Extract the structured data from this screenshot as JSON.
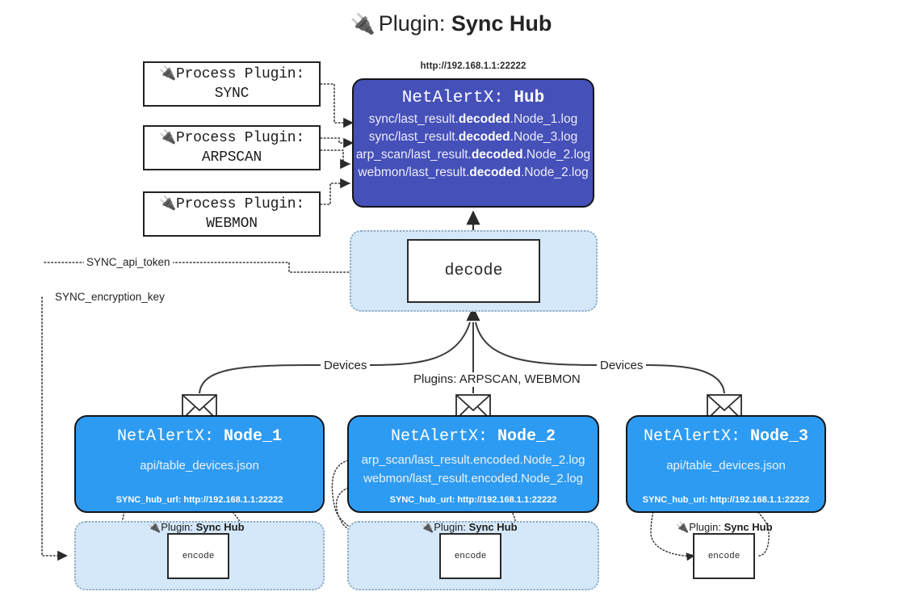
{
  "title": {
    "icon": "plug-icon",
    "prefix": "Plugin:",
    "name": "Sync Hub"
  },
  "process_plugins": [
    {
      "icon": "plug-icon",
      "label": "Process Plugin:",
      "value": "SYNC"
    },
    {
      "icon": "plug-icon",
      "label": "Process Plugin:",
      "value": "ARPSCAN"
    },
    {
      "icon": "plug-icon",
      "label": "Process Plugin:",
      "value": "WEBMON"
    }
  ],
  "hub": {
    "url": "http://192.168.1.1:22222",
    "title_prefix": "NetAlertX:",
    "title_name": "Hub",
    "logs": [
      {
        "pre": "sync/last_result.",
        "em": "decoded",
        "post": ".Node_1.log"
      },
      {
        "pre": "sync/last_result.",
        "em": "decoded",
        "post": ".Node_3.log"
      },
      {
        "pre": "arp_scan/last_result.",
        "em": "decoded",
        "post": ".Node_2.log"
      },
      {
        "pre": "webmon/last_result.",
        "em": "decoded",
        "post": ".Node_2.log"
      }
    ]
  },
  "decode": {
    "label": "decode"
  },
  "secrets": [
    {
      "label": "SYNC_api_token"
    },
    {
      "label": "SYNC_encryption_key"
    }
  ],
  "edge_labels": {
    "devices_left": "Devices",
    "devices_right": "Devices",
    "plugins_center": "Plugins: ARPSCAN, WEBMON"
  },
  "nodes": [
    {
      "title_prefix": "NetAlertX:",
      "title_name": "Node_1",
      "lines": [
        "api/table_devices.json"
      ],
      "hub_url_label": "SYNC_hub_url:",
      "hub_url": "http://192.168.1.1:22222",
      "plugin_label_prefix": "Plugin:",
      "plugin_label_name": "Sync Hub",
      "encode_label": "encode",
      "envelope": "envelope-icon"
    },
    {
      "title_prefix": "NetAlertX:",
      "title_name": "Node_2",
      "lines": [
        "arp_scan/last_result.encoded.Node_2.log",
        "webmon/last_result.encoded.Node_2.log"
      ],
      "hub_url_label": "SYNC_hub_url:",
      "hub_url": "http://192.168.1.1:22222",
      "plugin_label_prefix": "Plugin:",
      "plugin_label_name": "Sync Hub",
      "encode_label": "encode",
      "envelope": "envelope-icon"
    },
    {
      "title_prefix": "NetAlertX:",
      "title_name": "Node_3",
      "lines": [
        "api/table_devices.json"
      ],
      "hub_url_label": "SYNC_hub_url:",
      "hub_url": "http://192.168.1.1:22222",
      "plugin_label_prefix": "Plugin:",
      "plugin_label_name": "Sync Hub",
      "encode_label": "encode",
      "envelope": "envelope-icon"
    }
  ],
  "colors": {
    "hub_fill": "#4550b8",
    "node_fill": "#2e9bf2",
    "container_fill": "#d4e8f9",
    "stroke": "#2a2a2a"
  }
}
